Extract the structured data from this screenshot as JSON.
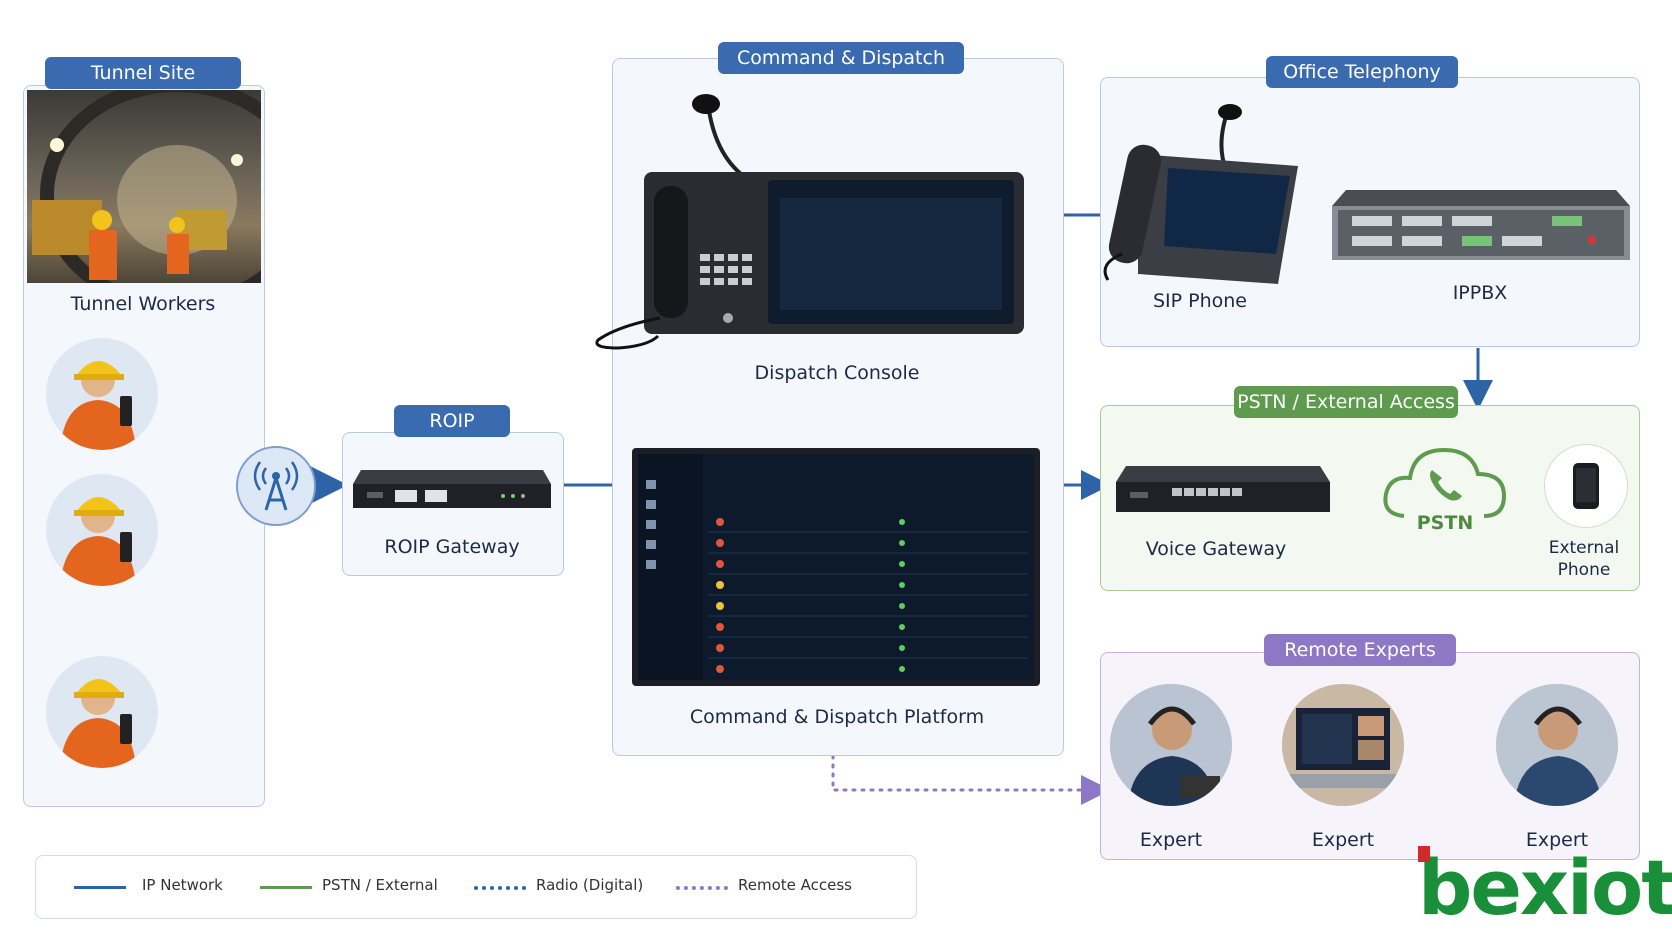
{
  "panels": {
    "tunnel_site": {
      "title": "Tunnel Site",
      "caption": "Tunnel Workers"
    },
    "command_dispatch": {
      "title": "Command & Dispatch",
      "console_label": "Dispatch Console",
      "platform_label": "Command & Dispatch Platform"
    },
    "office_telephony": {
      "title": "Office Telephony",
      "sip_label": "SIP Phone",
      "ippbx_label": "IPPBX"
    },
    "roip": {
      "title": "ROIP",
      "label": "ROIP Gateway"
    },
    "pstn_access": {
      "title": "PSTN / External Access",
      "voice_gateway_label": "Voice Gateway",
      "cloud_label": "PSTN",
      "external_phone_label_1": "External",
      "external_phone_label_2": "Phone"
    },
    "remote_experts": {
      "title": "Remote Experts",
      "experts": [
        "Expert",
        "Expert",
        "Expert"
      ]
    }
  },
  "legend": [
    {
      "label": "IP Network",
      "color": "#2f63a8",
      "style": "solid"
    },
    {
      "label": "PSTN / External",
      "color": "#5f9b4f",
      "style": "solid"
    },
    {
      "label": "Radio (Digital)",
      "color": "#2f63a8",
      "style": "dotted"
    },
    {
      "label": "Remote Access",
      "color": "#8e77c4",
      "style": "dotted"
    }
  ],
  "brand": {
    "logo_text": "bexiot",
    "logo_color": "#1a8f3a",
    "accent_color": "#d02a2a"
  },
  "colors": {
    "ip": "#2f63a8",
    "pstn": "#5f9b4f",
    "remote": "#8e77c4"
  }
}
